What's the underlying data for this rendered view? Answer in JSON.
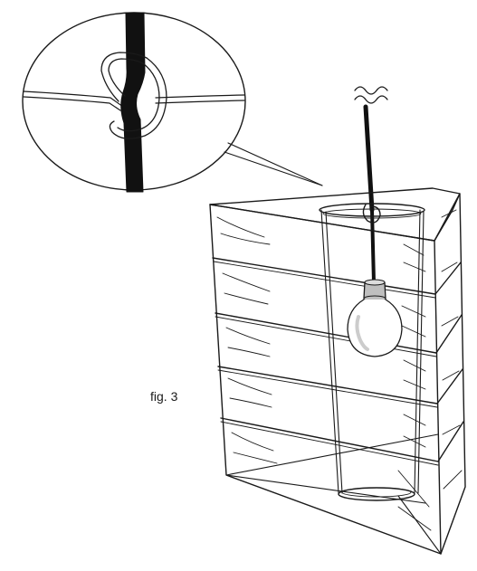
{
  "figure": {
    "label": "fig. 3"
  },
  "colors": {
    "line": "#1a1a1a",
    "cord": "#111111",
    "background": "#ffffff",
    "bulb_fill": "#ffffff",
    "socket_fill": "#bfbfbf",
    "highlight": "#cccccc"
  },
  "parts": [
    "cord",
    "hook",
    "frame-wire",
    "paper-lantern",
    "light-bulb",
    "socket",
    "zoom-callout"
  ]
}
